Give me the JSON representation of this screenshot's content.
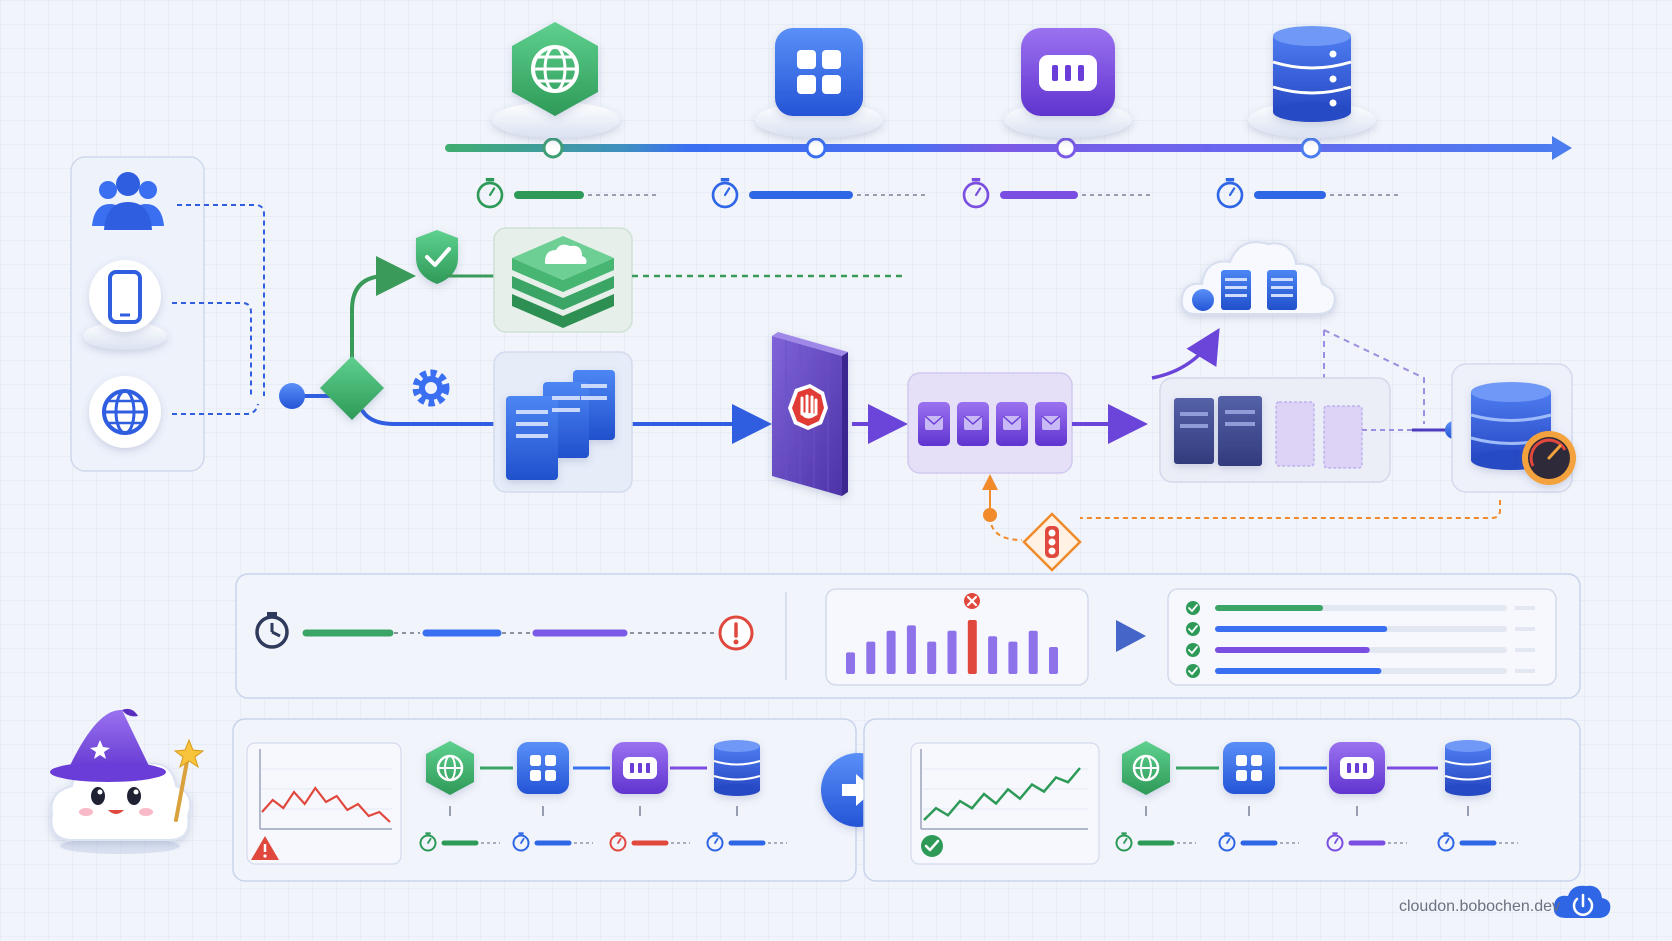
{
  "footer": {
    "site_url": "cloudon.bobochen.dev",
    "power_icon": "power-icon"
  },
  "pipeline": {
    "stages": [
      {
        "icon": "globe-icon",
        "color": "#3fae70"
      },
      {
        "icon": "grid-icon",
        "color": "#3a6ff2"
      },
      {
        "icon": "dots-icon",
        "color": "#7a4ee0"
      },
      {
        "icon": "database-icon",
        "color": "#3559d8"
      }
    ],
    "timers": [
      {
        "icon": "stopwatch-icon",
        "color": "#2e9a58"
      },
      {
        "icon": "stopwatch-icon",
        "color": "#2f66e6"
      },
      {
        "icon": "stopwatch-icon",
        "color": "#7a4ee0"
      },
      {
        "icon": "stopwatch-icon",
        "color": "#2f66e6"
      }
    ]
  },
  "clients": [
    {
      "icon": "users-icon"
    },
    {
      "icon": "phone-icon"
    },
    {
      "icon": "globe-icon"
    }
  ],
  "routing": {
    "decision": "diamond-icon",
    "green_branch": [
      "shield-check-icon",
      "cache-stack-icon"
    ],
    "blue_branch": [
      "gear-icon",
      "server-cluster-icon"
    ],
    "gate": "stop-hand-icon",
    "queue_items": 4,
    "cloud": "cloud-servers-icon",
    "backend": [
      "server-rack-icon",
      "database-gauge-icon"
    ],
    "throttle": "traffic-light-icon"
  },
  "analysis_panel": {
    "timeline_alert": "alert-icon",
    "histogram": {
      "values": [
        4,
        6,
        8,
        9,
        6,
        8,
        10,
        7,
        6,
        8,
        5
      ],
      "highlight_index": 6,
      "marker": "x-icon"
    },
    "checklist": [
      {
        "fill": 0.37
      },
      {
        "fill": 0.59
      },
      {
        "fill": 0.53
      },
      {
        "fill": 0.57
      }
    ]
  },
  "comparison": {
    "before": {
      "trend": [
        10,
        16,
        12,
        20,
        14,
        22,
        15,
        18,
        11,
        14,
        8,
        10,
        5
      ],
      "status": "warning-icon",
      "timer_colors": [
        "#2e9a58",
        "#2f66e6",
        "#e0483e",
        "#2f66e6"
      ]
    },
    "after": {
      "trend": [
        4,
        9,
        6,
        12,
        9,
        15,
        11,
        17,
        13,
        19,
        16,
        22,
        20,
        26
      ],
      "status": "check-circle-icon",
      "timer_colors": [
        "#2e9a58",
        "#2f66e6",
        "#7a4ee0",
        "#2f66e6"
      ]
    },
    "transition": "arrow-right-icon"
  },
  "mascot": {
    "icon": "wizard-cloud-icon"
  }
}
